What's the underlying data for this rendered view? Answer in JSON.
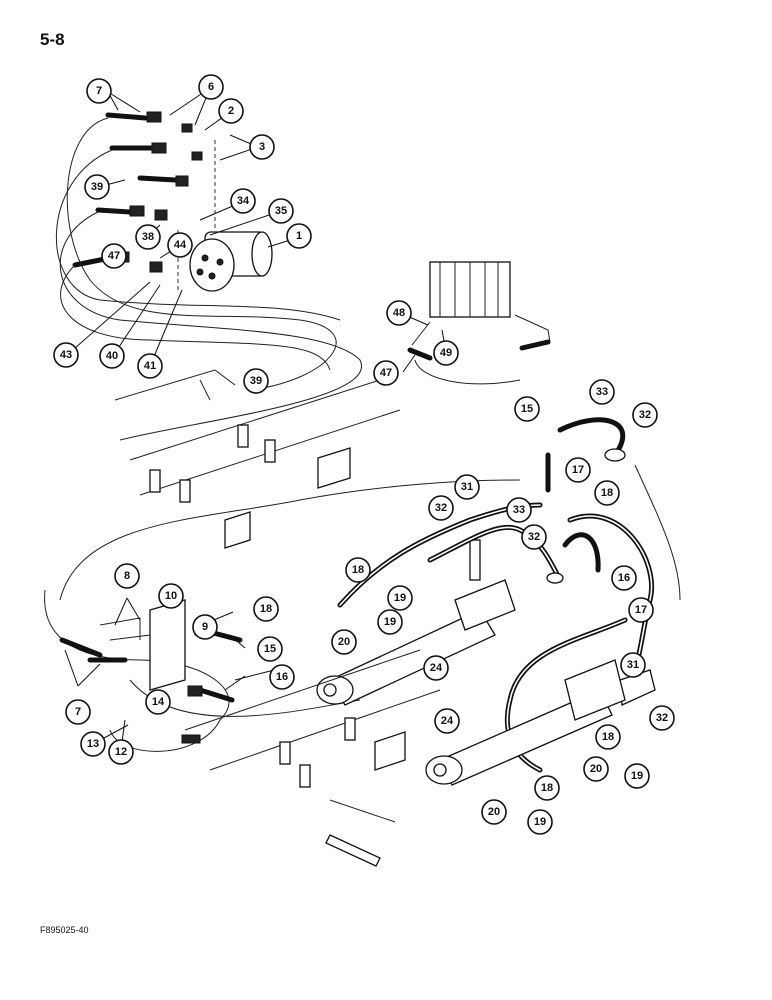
{
  "page": {
    "number": "5-8",
    "figure_code": "F895025-40"
  },
  "callouts": [
    "7",
    "6",
    "2",
    "3",
    "39",
    "34",
    "35",
    "1",
    "47",
    "38",
    "44",
    "43",
    "40",
    "41",
    "48",
    "49",
    "47",
    "39",
    "15",
    "33",
    "32",
    "17",
    "18",
    "31",
    "32",
    "33",
    "32",
    "16",
    "18",
    "19",
    "18",
    "19",
    "20",
    "24",
    "17",
    "31",
    "32",
    "18",
    "24",
    "20",
    "19",
    "20",
    "19",
    "18",
    "8",
    "10",
    "9",
    "15",
    "16",
    "7",
    "14",
    "12",
    "13"
  ]
}
